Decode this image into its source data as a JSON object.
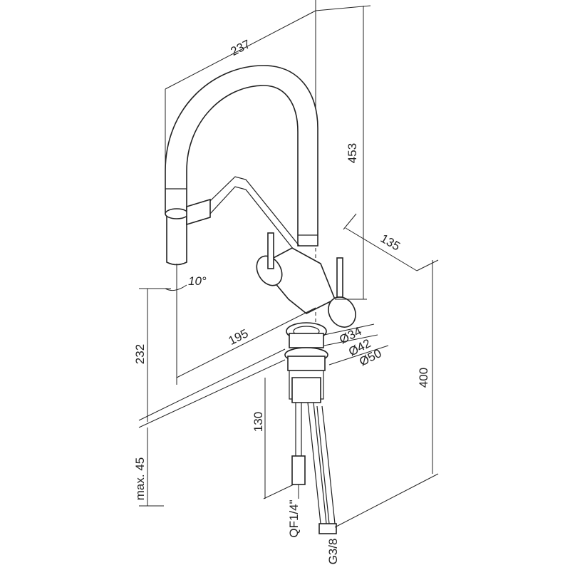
{
  "title": "Kitchen faucet dimension drawing",
  "dimensions": {
    "spout_reach": "237",
    "total_height": "453",
    "base_depth": "135",
    "below_counter": "400",
    "reach_from_center": "195",
    "spout_height": "232",
    "hose_length": "130",
    "max_counter_thickness": "max. 45",
    "swivel_angle": "10°",
    "dia_34": "Ø34",
    "dia_42": "Ø42",
    "dia_50": "Ø50"
  },
  "connections": {
    "filter": "QF1/4\"",
    "supply": "G3/8"
  }
}
